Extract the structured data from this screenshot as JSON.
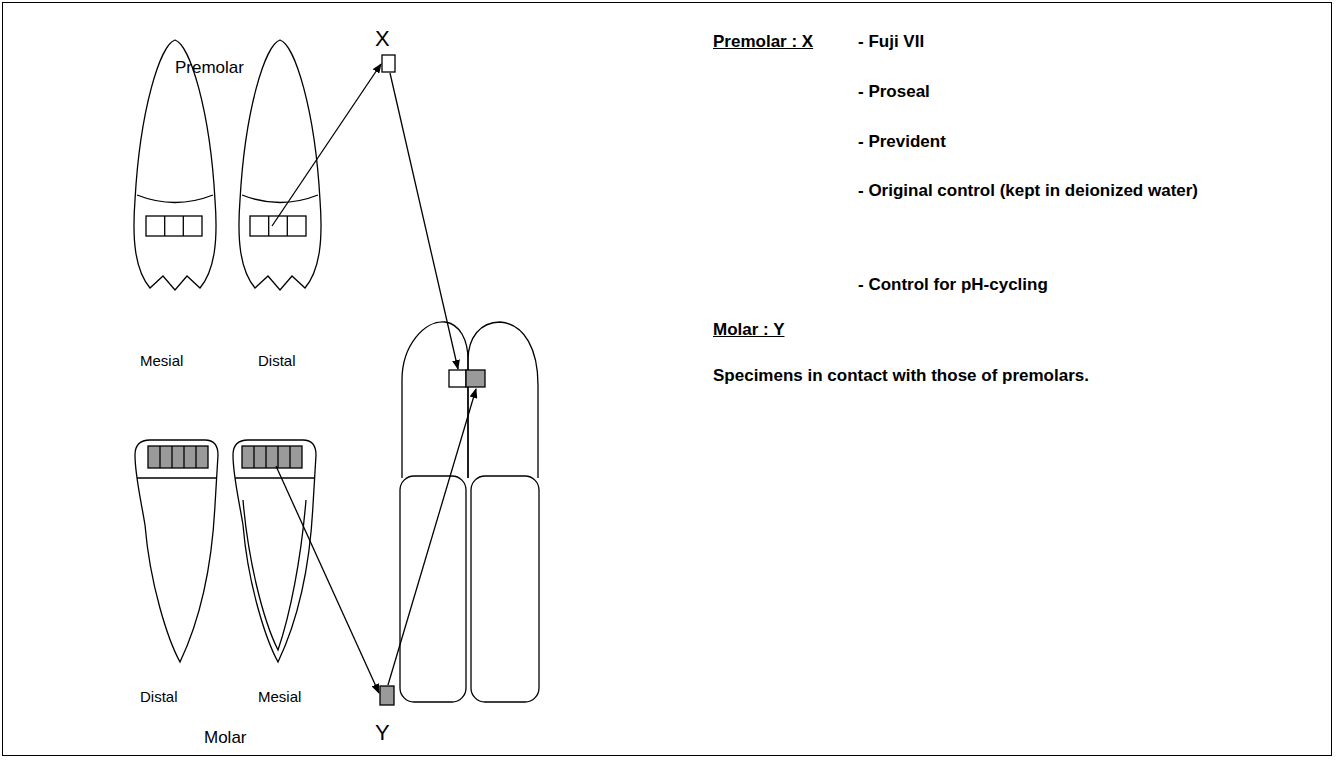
{
  "diagram": {
    "labels": [
      "Premolar",
      "Mesial",
      "Distal",
      "X",
      "Distal",
      "Mesial",
      "Molar",
      "Y",
      "Premolar : X",
      "- Fuji VII",
      "- Proseal",
      "- Prevident",
      "- Original control (kept in deionized water)",
      "- Control for pH-cycling",
      "Molar : Y",
      "Specimens in contact with those of premolars."
    ]
  }
}
